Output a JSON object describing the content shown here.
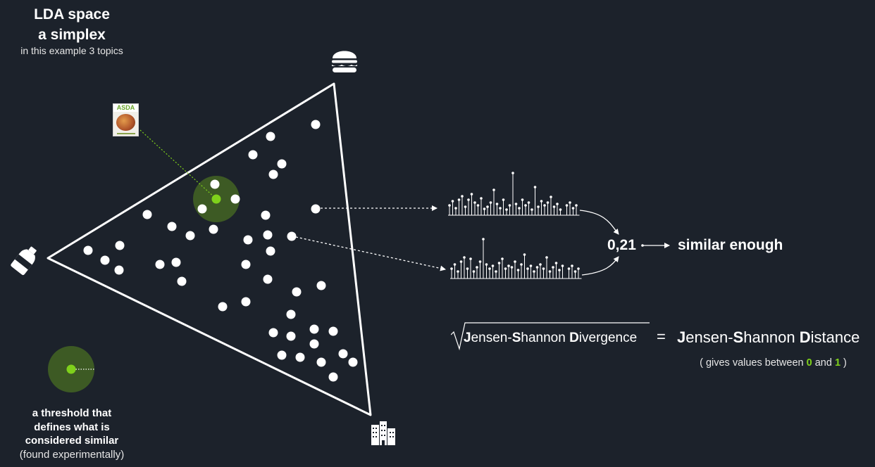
{
  "header": {
    "title_line1": "LDA space",
    "title_line2": "a simplex",
    "subtitle": "in this example 3 topics"
  },
  "threshold_caption": {
    "line1": "a threshold that",
    "line2": "defines what is",
    "line3": "considered similar",
    "line4": "(found experimentally)"
  },
  "document_thumbnail": {
    "brand": "ASDA"
  },
  "corner_icons": [
    "burger-icon",
    "bottle-icon",
    "buildings-icon"
  ],
  "colors": {
    "background": "#1c222b",
    "accent": "#7fd11b",
    "threshold_circle": "#3d5a24",
    "foreground": "#ffffff"
  },
  "result": {
    "score": "0,21",
    "verdict": "similar enough"
  },
  "formula": {
    "lhs": [
      {
        "text": "J",
        "bold": true
      },
      {
        "text": "ensen-",
        "bold": false
      },
      {
        "text": "S",
        "bold": true
      },
      {
        "text": "hannon ",
        "bold": false
      },
      {
        "text": "D",
        "bold": true
      },
      {
        "text": "ivergence",
        "bold": false
      }
    ],
    "equals": "=",
    "rhs": [
      {
        "text": "J",
        "bold": true
      },
      {
        "text": "ensen-",
        "bold": false
      },
      {
        "text": "S",
        "bold": true
      },
      {
        "text": "hannon ",
        "bold": false
      },
      {
        "text": "D",
        "bold": true
      },
      {
        "text": "istance",
        "bold": false
      }
    ]
  },
  "range_note": {
    "prefix": "( gives values between ",
    "low": "0",
    "mid": " and ",
    "high": "1",
    "suffix": " )"
  }
}
